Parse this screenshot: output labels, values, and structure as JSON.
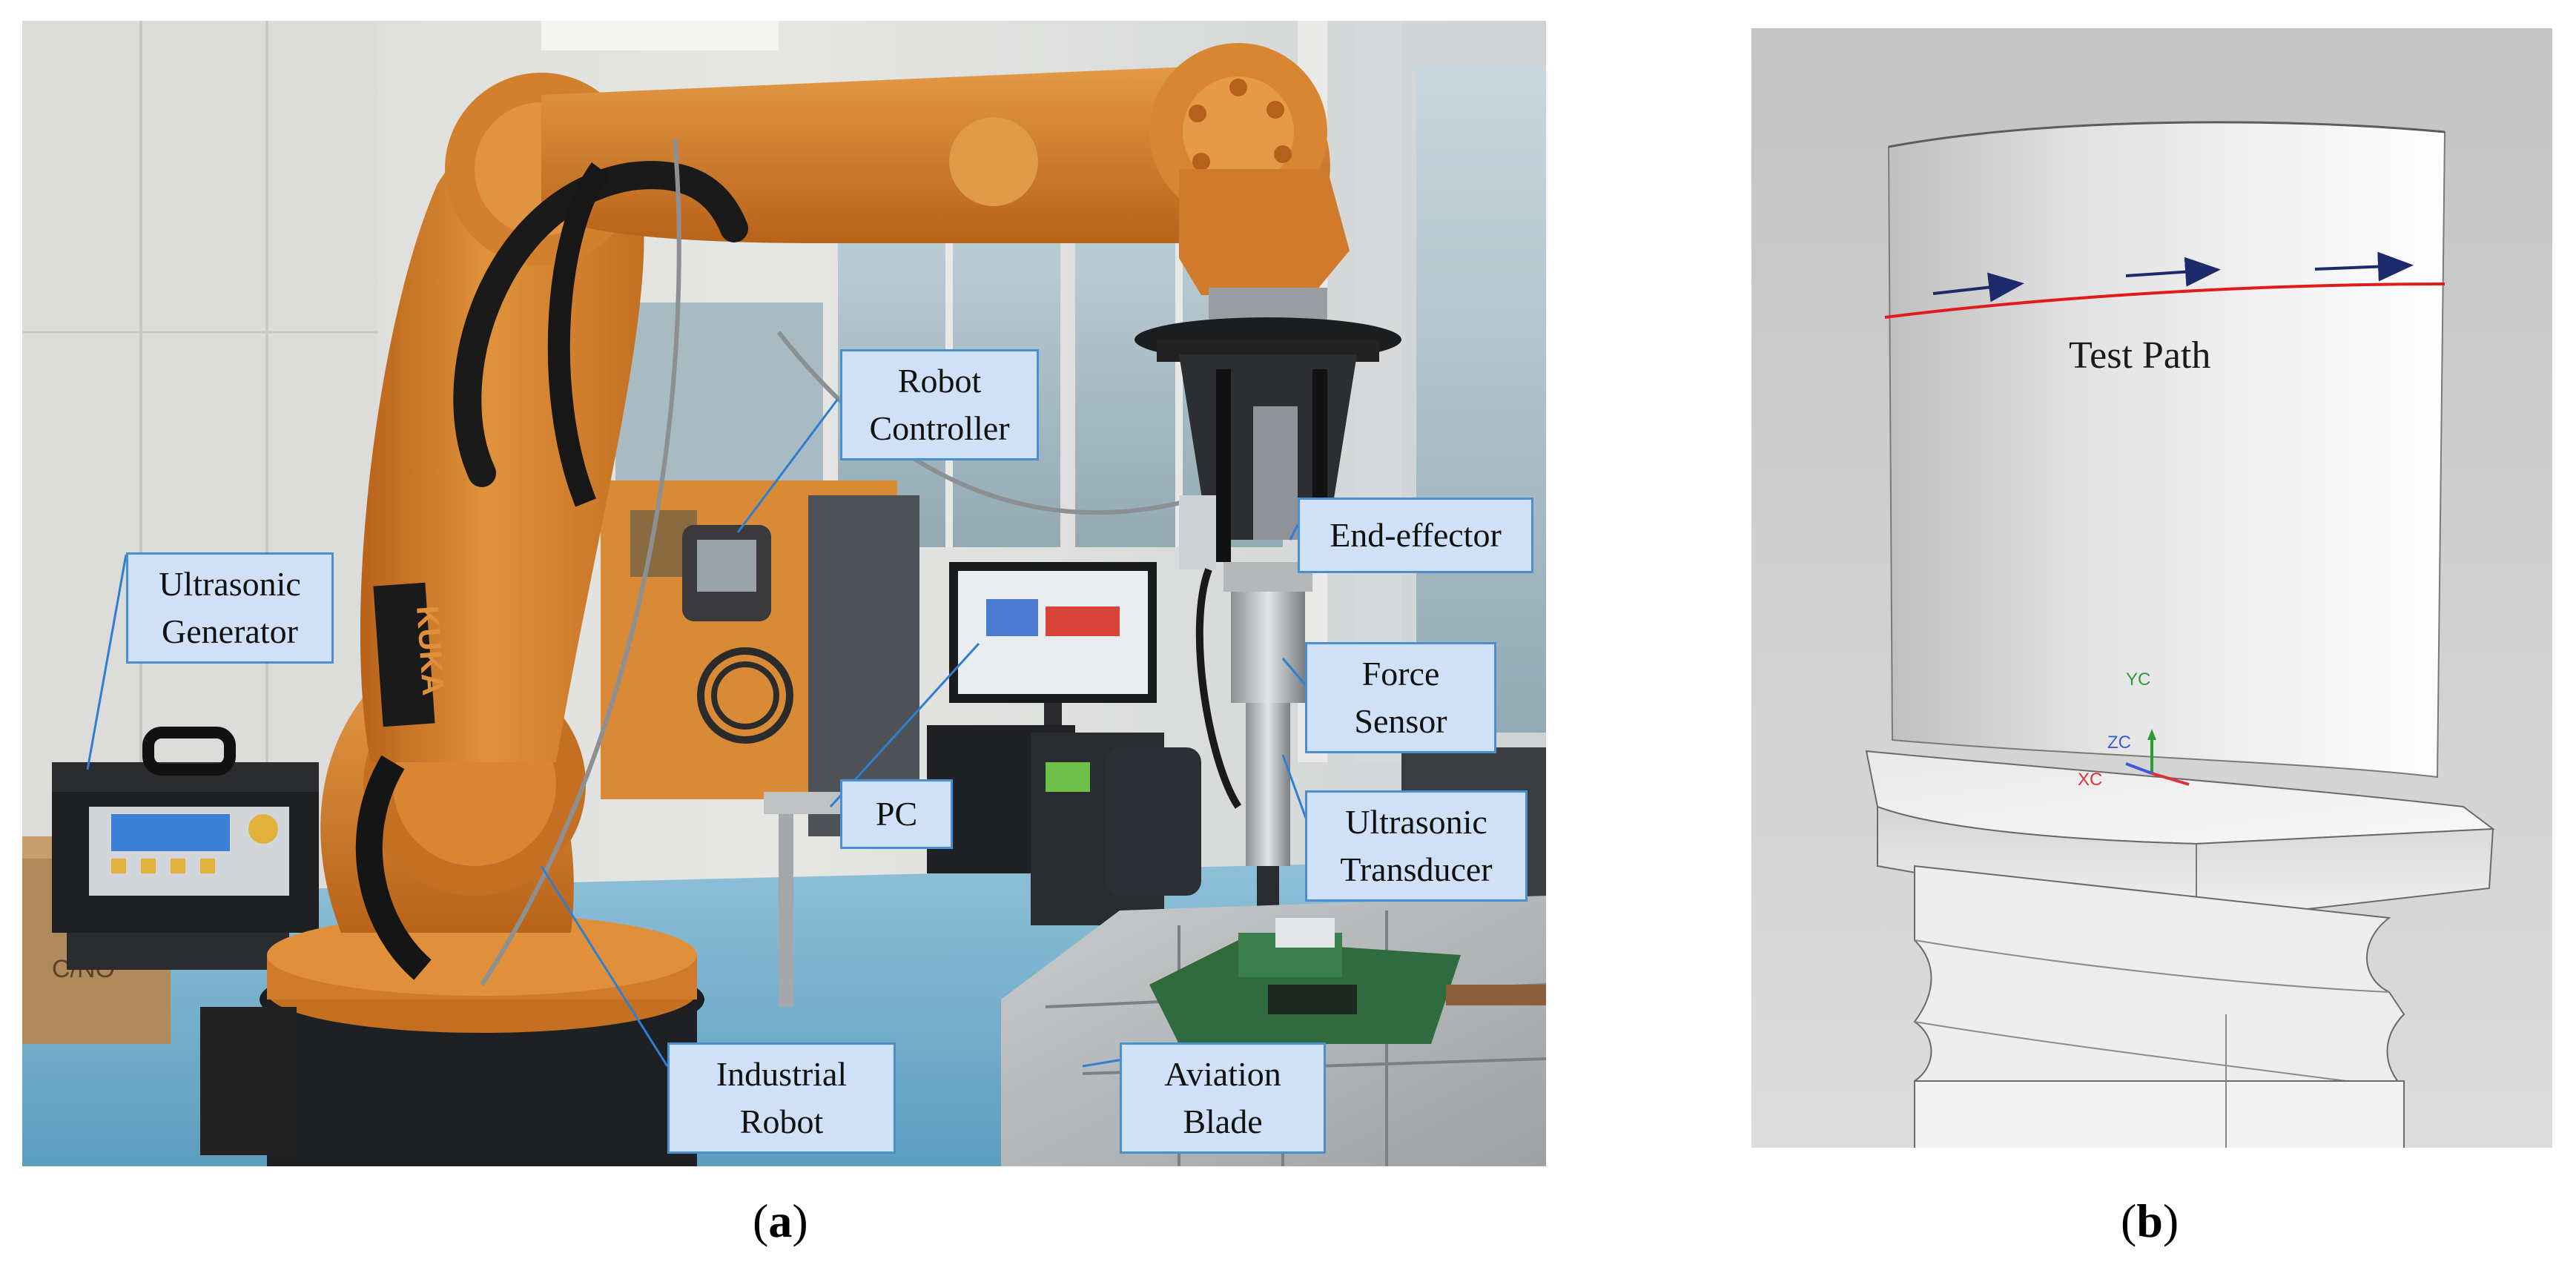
{
  "panel_a": {
    "callouts": {
      "robot_controller": [
        "Robot",
        "Controller"
      ],
      "ultrasonic_generator": [
        "Ultrasonic",
        "Generator"
      ],
      "end_effector": [
        "End-effector"
      ],
      "force_sensor": [
        "Force",
        "Sensor"
      ],
      "pc": [
        "PC"
      ],
      "ultrasonic_transducer": [
        "Ultrasonic",
        "Transducer"
      ],
      "industrial_robot": [
        "Industrial",
        "Robot"
      ],
      "aviation_blade": [
        "Aviation",
        "Blade"
      ]
    },
    "robot_brand": "KUKA",
    "caption": "a"
  },
  "panel_b": {
    "path_label": "Test Path",
    "axes": {
      "yc": "YC",
      "zc": "ZC",
      "xc": "XC"
    },
    "caption": "b"
  },
  "colors": {
    "callout_fill": "#cfe0f7",
    "callout_border": "#4a8fd0",
    "robot_orange": "#d9822b",
    "path_red": "#e11a1a",
    "arrow_navy": "#1c2a6b",
    "axis_y": "#2e9a3a",
    "axis_z": "#3a5bd9",
    "axis_x": "#d9343a"
  }
}
